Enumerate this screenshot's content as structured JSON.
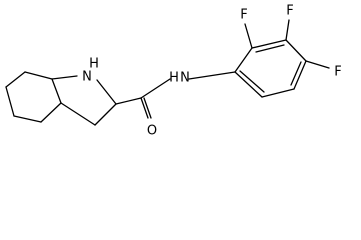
{
  "molecule": {
    "atoms": {
      "nh": "H\nN",
      "nh_ring": "N",
      "h_ring": "H",
      "nh_amide": "N",
      "h_amide": "H",
      "o": "O",
      "f1": "F",
      "f2": "F",
      "f3": "F"
    }
  }
}
